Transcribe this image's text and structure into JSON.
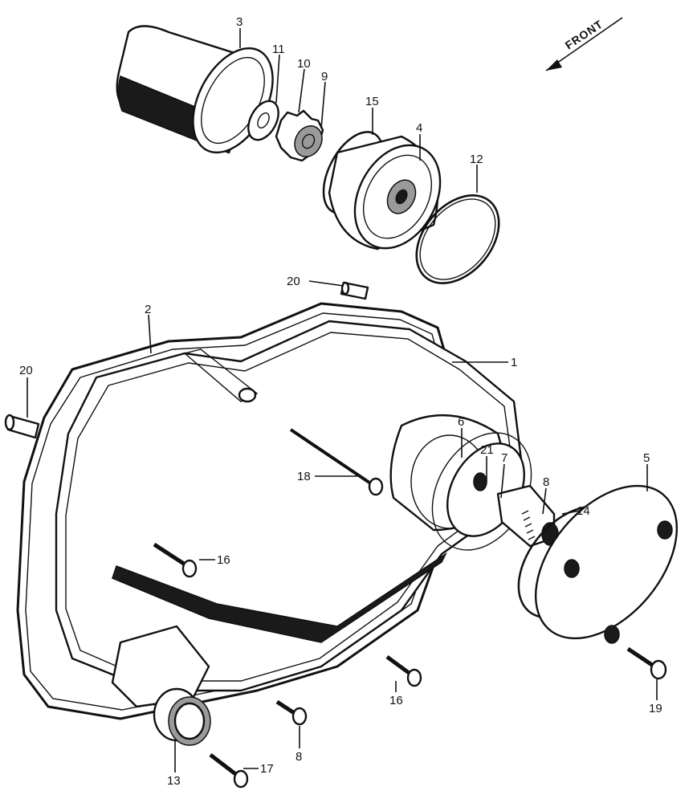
{
  "front_label": "FRONT",
  "labels": {
    "p1": "1",
    "p2": "2",
    "p3": "3",
    "p4": "4",
    "p5": "5",
    "p6": "6",
    "p7": "7",
    "p8a": "8",
    "p8b": "8",
    "p9": "9",
    "p10": "10",
    "p11": "11",
    "p12": "12",
    "p13": "13",
    "p14": "14",
    "p15": "15",
    "p16a": "16",
    "p16b": "16",
    "p17": "17",
    "p18": "18",
    "p19": "19",
    "p20a": "20",
    "p20b": "20",
    "p21": "21"
  }
}
